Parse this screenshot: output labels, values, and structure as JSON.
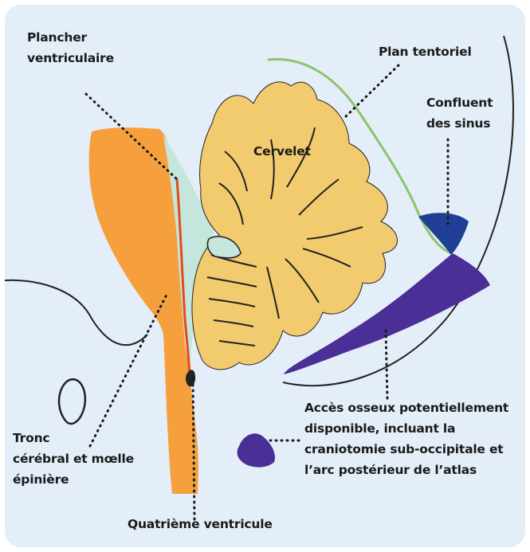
{
  "colors": {
    "background": "#e4eef9",
    "brainstem": "#f5a03c",
    "cerebellum": "#f2cb6f",
    "fourth_ventricle": "#c4e6dc",
    "ventricular_floor": "#e54a1a",
    "tentorium": "#8cc46a",
    "sinus_confluence": "#1f3f94",
    "bone_access": "#4a2f96",
    "outline": "#222222"
  },
  "labels": {
    "plancher": "Plancher\nventriculaire",
    "plan_tentoriel": "Plan tentoriel",
    "confluent": "Confluent\ndes sinus",
    "cervelet": "Cervelet",
    "acces": "Accès osseux potentiellement\ndisponible, incluant la\ncraniotomie sub-occipitale et\nl’arc postérieur de l’atlas",
    "tronc": "Tronc\ncérébral et mœlle\népinière",
    "quatrieme": "Quatrième ventricule"
  }
}
